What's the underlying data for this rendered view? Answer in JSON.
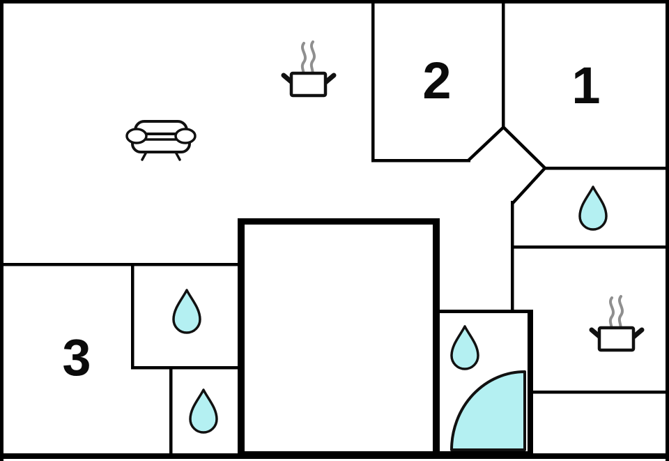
{
  "colors": {
    "wall": "#000000",
    "water": "#b4f0f2",
    "steam": "#8f8f8f",
    "outline": "#111111",
    "background": "#ffffff",
    "label": "#0b0b0b"
  },
  "labels": {
    "room1": "1",
    "room2": "2",
    "room3": "3"
  },
  "icons": [
    {
      "name": "steam-pot",
      "location": "living-area-top"
    },
    {
      "name": "sofa",
      "location": "living-area"
    },
    {
      "name": "water-drop",
      "location": "bathroom-top-right"
    },
    {
      "name": "steam-pot",
      "location": "kitchen-right"
    },
    {
      "name": "water-drop",
      "location": "bathroom-inner-upper"
    },
    {
      "name": "water-drop",
      "location": "bathroom-inner-lower"
    },
    {
      "name": "water-drop",
      "location": "bathroom-bottom-center"
    },
    {
      "name": "shower",
      "location": "bathroom-bottom-center"
    }
  ]
}
